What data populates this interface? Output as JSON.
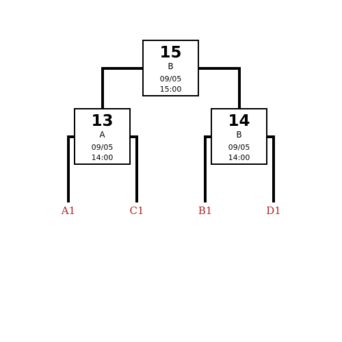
{
  "colors": {
    "line": "#000000",
    "seed_text": "#b22222"
  },
  "final": {
    "number": "15",
    "venue": "B",
    "date": "09/05",
    "time": "15:00"
  },
  "semi_left": {
    "number": "13",
    "venue": "A",
    "date": "09/05",
    "time": "14:00"
  },
  "semi_right": {
    "number": "14",
    "venue": "B",
    "date": "09/05",
    "time": "14:00"
  },
  "seeds": [
    "A1",
    "C1",
    "B1",
    "D1"
  ]
}
